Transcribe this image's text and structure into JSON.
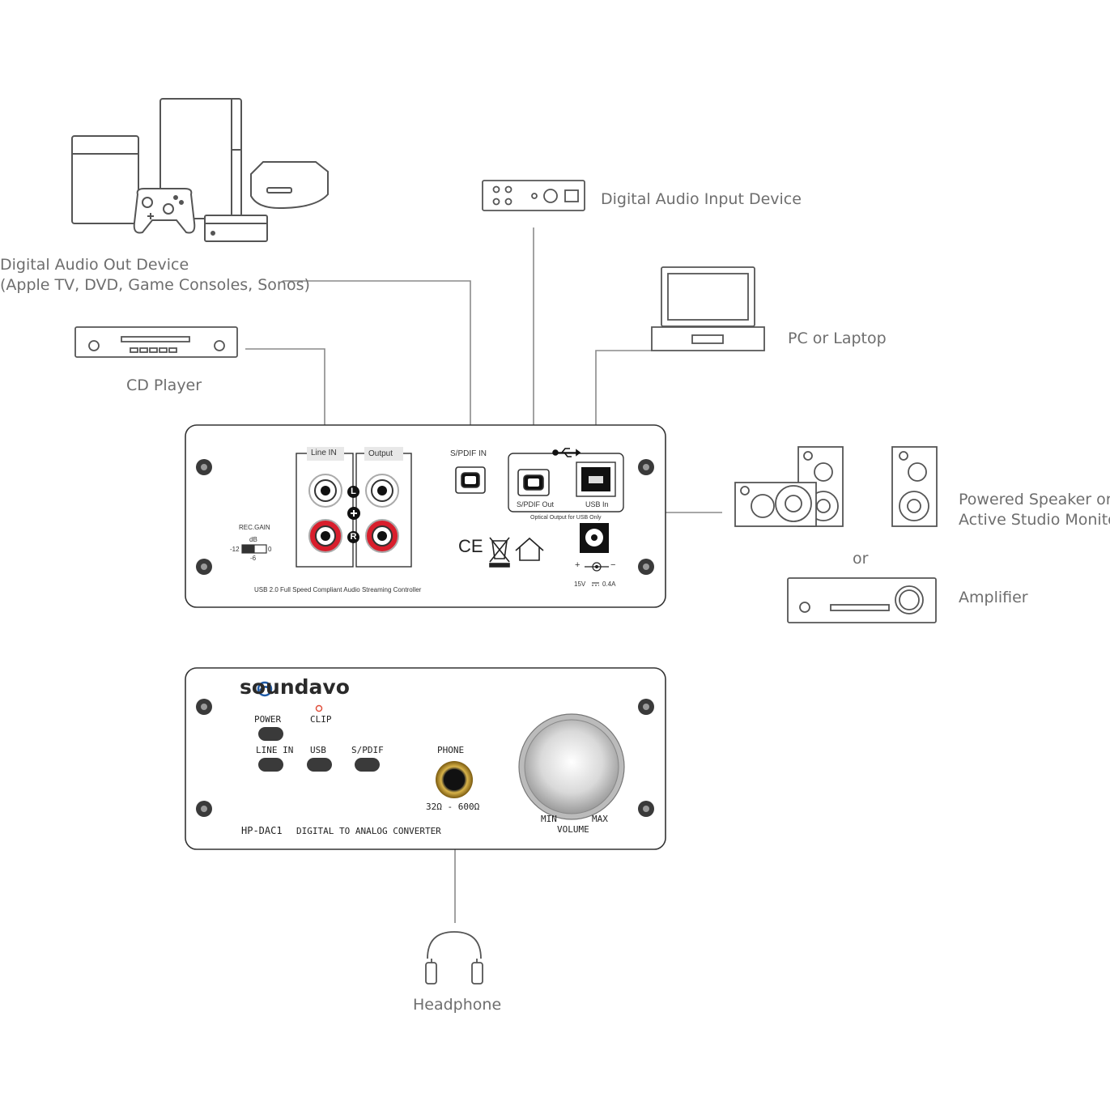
{
  "devices": {
    "digital_audio_out": {
      "line1": "Digital Audio Out Device",
      "line2": "(Apple TV, DVD, Game Consoles, Sonos)"
    },
    "digital_audio_input": "Digital Audio Input Device",
    "cd_player": "CD Player",
    "pc_laptop": "PC or Laptop",
    "powered_speaker": {
      "line1": "Powered Speaker or",
      "line2": "Active Studio Monitor"
    },
    "or": "or",
    "amplifier": "Amplifier",
    "headphone": "Headphone"
  },
  "rear_panel": {
    "line_in": "Line IN",
    "output": "Output",
    "left": "L",
    "right": "R",
    "spdif_in": "S/PDIF IN",
    "spdif_out": "S/PDIF Out",
    "usb_in": "USB In",
    "optical_note": "Optical Output for USB Only",
    "rec_gain": "REC.GAIN",
    "db": "dB",
    "gain_minus12": "-12",
    "gain_0": "0",
    "gain_minus6": "-6",
    "ce": "CE",
    "power_spec": "15V",
    "current_spec": "0.4A",
    "polarity_plus": "+",
    "polarity_minus": "−",
    "controller_text": "USB 2.0 Full Speed Compliant Audio Streaming Controller"
  },
  "front_panel": {
    "brand": "soundavo",
    "power": "POWER",
    "clip": "CLIP",
    "line_in": "LINE IN",
    "usb": "USB",
    "spdif": "S/PDIF",
    "phone": "PHONE",
    "impedance": "32Ω - 600Ω",
    "model": "HP-DAC1",
    "description": "DIGITAL TO ANALOG CONVERTER",
    "min": "MIN",
    "max": "MAX",
    "volume": "VOLUME"
  },
  "colors": {
    "line": "#8a8a8a",
    "icon": "#555555",
    "label": "#6e6e6e",
    "rca_red": "#d81e2c",
    "clip_led": "#e0503c"
  }
}
